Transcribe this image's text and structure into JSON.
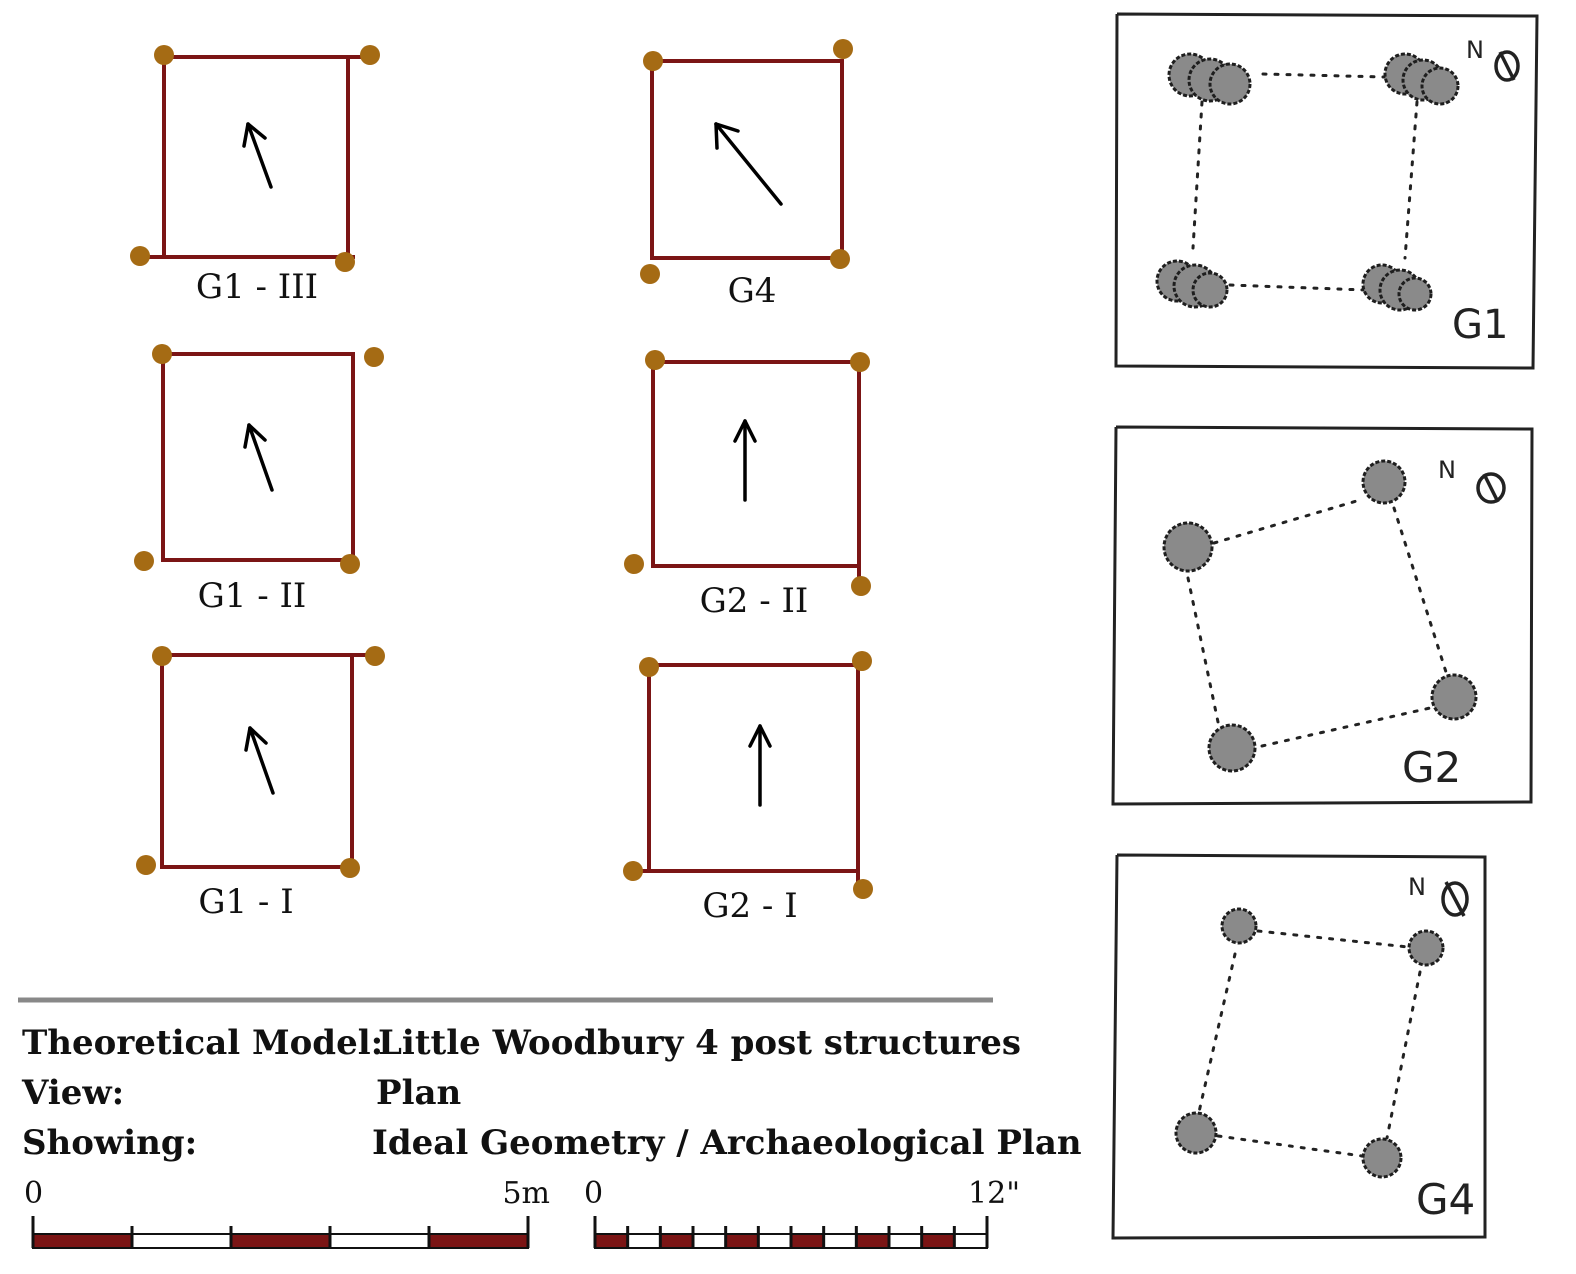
{
  "colors": {
    "frame": "#7b1515",
    "post": "#a56b14",
    "arrow": "#000000",
    "rule": "#888888",
    "scale_dark": "#7b1515",
    "ink": "#222222"
  },
  "models": [
    {
      "label": "G1 - III"
    },
    {
      "label": "G4"
    },
    {
      "label": "G1 - II"
    },
    {
      "label": "G2 - II"
    },
    {
      "label": "G1 - I"
    },
    {
      "label": "G2 - I"
    }
  ],
  "caption": {
    "rows": [
      {
        "key": "Theoretical Model:",
        "value": "Little Woodbury 4 post structures"
      },
      {
        "key": "View:",
        "value": "Plan"
      },
      {
        "key": "Showing:",
        "value": "Ideal Geometry / Archaeological Plan"
      }
    ]
  },
  "scales": [
    {
      "start": "0",
      "end": "5m",
      "segments": 5
    },
    {
      "start": "0",
      "end": "12\"",
      "segments": 12
    }
  ],
  "plans": [
    {
      "label": "G1",
      "north": "N"
    },
    {
      "label": "G2",
      "north": "N"
    },
    {
      "label": "G4",
      "north": "N"
    }
  ]
}
